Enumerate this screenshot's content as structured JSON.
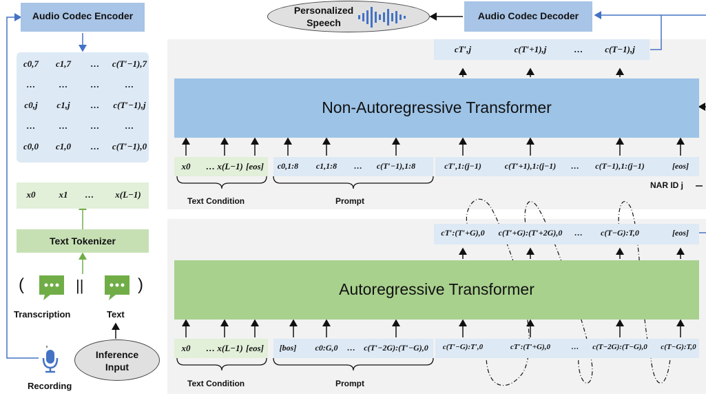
{
  "colors": {
    "blue_box": "#a8c4e6",
    "blue_light": "#dde9f5",
    "green_box": "#a9d18e",
    "green_light": "#e2efd9",
    "panel_gray": "#f2f2f2",
    "accent_line": "#4472c4"
  },
  "left": {
    "encoder_label": "Audio Codec Encoder",
    "matrix": [
      [
        "c0,7",
        "c1,7",
        "…",
        "c(T′−1),7"
      ],
      [
        "…",
        "…",
        "…",
        "…"
      ],
      [
        "c0,j",
        "c1,j",
        "…",
        "c(T′−1),j"
      ],
      [
        "…",
        "…",
        "…",
        "…"
      ],
      [
        "c0,0",
        "c1,0",
        "…",
        "c(T′−1),0"
      ]
    ],
    "text_tokens": [
      "x0",
      "x1",
      "…",
      "x(L−1)"
    ],
    "tokenizer_label": "Text Tokenizer",
    "paren_open": "(",
    "paren_close": ")",
    "concat": "||",
    "transcription_label": "Transcription",
    "text_label": "Text",
    "inference_label_1": "Inference",
    "inference_label_2": "Input",
    "recording_label": "Recording",
    "chat_icon": "chat-bubble-icon",
    "mic_icon": "microphone-icon"
  },
  "top": {
    "personalized_1": "Personalized",
    "personalized_2": "Speech",
    "waveform_icon": "waveform-icon",
    "decoder_label": "Audio Codec Decoder"
  },
  "nar": {
    "outputs": [
      "cT′,j",
      "c(T′+1),j",
      "…",
      "c(T−1),j"
    ],
    "title": "Non-Autoregressive Transformer",
    "text_inputs": [
      "x0",
      "… x(L−1)",
      "[eos]"
    ],
    "prompt_inputs": [
      "c0,1:8",
      "c1,1:8",
      "…",
      "c(T′−1),1:8"
    ],
    "target_inputs": [
      "cT′,1:(j−1)",
      "c(T′+1),1:(j−1)",
      "…",
      "c(T−1),1:(j−1)",
      "[eos]"
    ],
    "text_condition_label": "Text Condition",
    "prompt_label": "Prompt",
    "nar_id_label": "NAR ID j"
  },
  "ar": {
    "outputs": [
      "cT′:(T′+G),0",
      "c(T′+G):(T′+2G),0",
      "…",
      "c(T−G):T,0",
      "[eos]"
    ],
    "title": "Autoregressive Transformer",
    "text_inputs": [
      "x0",
      "… x(L−1)",
      "[eos]"
    ],
    "prompt_inputs": [
      "[bos]",
      "c0:G,0",
      "…",
      "c(T′−2G):(T′−G),0"
    ],
    "target_inputs": [
      "c(T′−G):T′,0",
      "cT′:(T′+G),0",
      "…",
      "c(T−2G):(T−G),0",
      "c(T−G):T,0"
    ],
    "text_condition_label": "Text Condition",
    "prompt_label": "Prompt"
  }
}
